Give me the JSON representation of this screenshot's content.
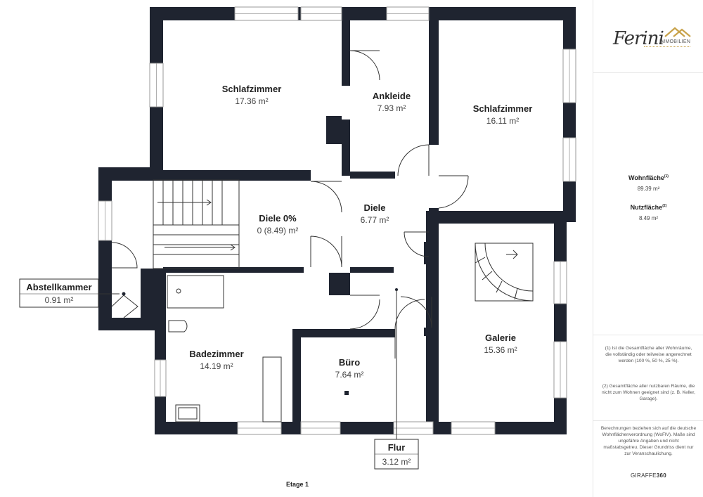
{
  "rooms": [
    {
      "id": "schlafzimmer-1",
      "name": "Schlafzimmer",
      "area": "17.36 m²"
    },
    {
      "id": "ankleide",
      "name": "Ankleide",
      "area": "7.93 m²"
    },
    {
      "id": "schlafzimmer-2",
      "name": "Schlafzimmer",
      "area": "16.11 m²"
    },
    {
      "id": "diele-0",
      "name": "Diele 0%",
      "area": "0 (8.49) m²"
    },
    {
      "id": "diele",
      "name": "Diele",
      "area": "6.77 m²"
    },
    {
      "id": "badezimmer",
      "name": "Badezimmer",
      "area": "14.19 m²"
    },
    {
      "id": "buero",
      "name": "Büro",
      "area": "7.64 m²"
    },
    {
      "id": "galerie",
      "name": "Galerie",
      "area": "15.36 m²"
    }
  ],
  "boxed_rooms": [
    {
      "id": "abstellkammer",
      "name": "Abstellkammer",
      "area": "0.91 m²"
    },
    {
      "id": "flur",
      "name": "Flur",
      "area": "3.12 m²"
    }
  ],
  "floor_label": "Etage 1",
  "logo": {
    "script": "Ferini",
    "sub": "IMMOBILIEN",
    "accent": "#c8a24a"
  },
  "areas": {
    "wohnflaeche_label": "Wohnfläche",
    "wohnflaeche_note": "(1)",
    "wohnflaeche_value": "89.39 m²",
    "nutzflaeche_label": "Nutzfläche",
    "nutzflaeche_note": "(2)",
    "nutzflaeche_value": "8.49 m²"
  },
  "notes": {
    "note1": "(1) Ist die Gesamtfläche aller Wohnräume, die vollständig oder teilweise angerechnet werden (100 %, 50 %, 25 %).",
    "note2": "(2) Gesamtfläche aller nutzbaren Räume, die nicht zum Wohnen geeignet sind (z. B. Keller, Garage)."
  },
  "calc_text": "Berechnungen beziehen sich auf die deutsche Wohnflächenverordnung (WoFlV). Maße sind ungefähre Angaben und nicht maßstabsgetreu. Dieser Grundriss dient nur zur Veranschaulichung.",
  "brand": {
    "name": "GIRAFFE",
    "suffix": "360"
  },
  "colors": {
    "wall": "#1f2430",
    "line": "#333333",
    "window": "#9a9a9a"
  }
}
